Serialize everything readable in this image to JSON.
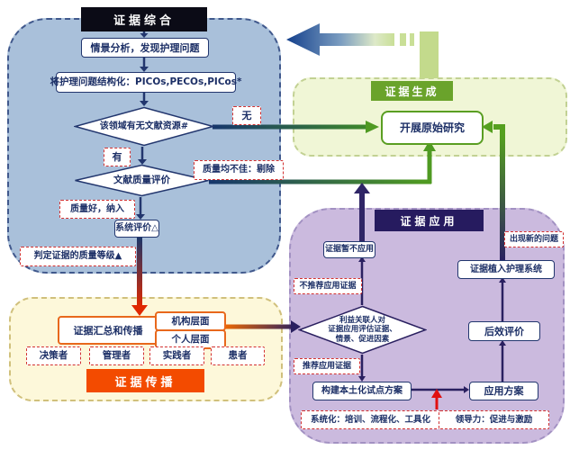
{
  "colors": {
    "synthesis_region": "#a9c0da",
    "generation_region": "#f0f6d6",
    "application_region": "#cbbade",
    "dissemination_region": "#fdf8da",
    "synthesis_header_bg": "#0b0b16",
    "generation_header_bg": "#6aa32b",
    "application_header_bg": "#261b5f",
    "dissemination_header_bg": "#f34b00",
    "navy_arrow": "#22366e",
    "green_arrow": "#4f9a22",
    "red_arrow": "#e02800",
    "orange_arrow": "#f26a00",
    "dashed_label_border": "#d23030"
  },
  "synthesis": {
    "header": "证据综合",
    "situation_analysis": "情景分析，发现护理问题",
    "structure_problem": "将护理问题结构化：PICOs,PECOs,PICos*",
    "literature_diamond": "该领域有无文献资源#",
    "no_label": "无",
    "yes_label": "有",
    "quality_diamond": "文献质量评价",
    "quality_bad": "质量均不佳：剔除",
    "quality_good": "质量好，纳入",
    "systematic_review": "系统评价△",
    "grade_evidence": "判定证据的质量等级▲"
  },
  "generation": {
    "header": "证据生成",
    "original_research": "开展原始研究"
  },
  "application": {
    "header": "证据应用",
    "not_apply": "证据暂不应用",
    "not_recommend": "不推荐应用证据",
    "new_problem": "出现新的问题",
    "implant_system": "证据植入护理系统",
    "stakeholder_lines": [
      "利益关联人对",
      "证据应用评估证据、",
      "情景、促进因素"
    ],
    "recommend": "推荐应用证据",
    "pilot_plan": "构建本土化试点方案",
    "apply_plan": "应用方案",
    "post_evaluation": "后效评价",
    "systematize": "系统化：培训、流程化、工具化",
    "leadership": "领导力：促进与激励"
  },
  "dissemination": {
    "header": "证据传播",
    "summarize": "证据汇总和传播",
    "org_level": "机构层面",
    "personal_level": "个人层面",
    "decision_makers": "决策者",
    "managers": "管理者",
    "practitioners": "实践者",
    "patients": "患者"
  }
}
